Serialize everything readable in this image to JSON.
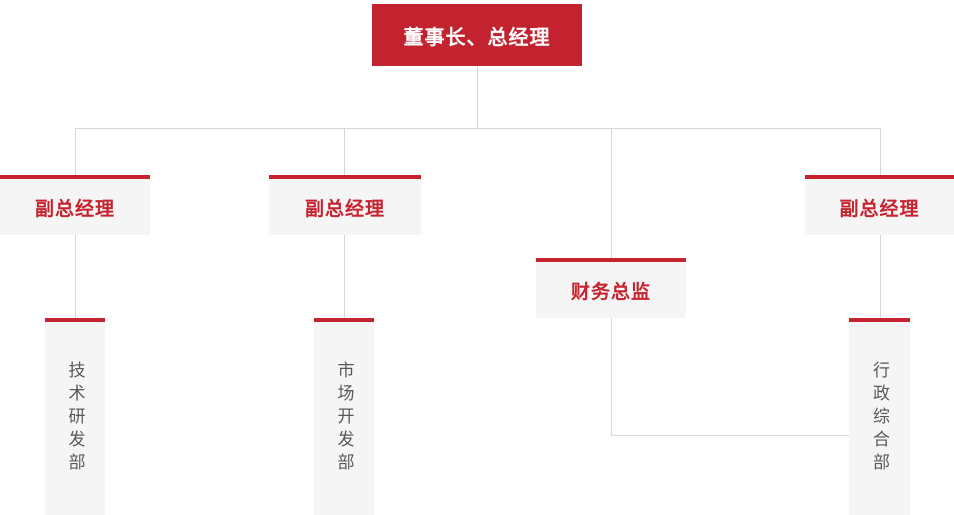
{
  "palette": {
    "page_bg": "#ffffff",
    "red_fill": "#c2232e",
    "red_accent": "#c5242f",
    "box_bg": "#f5f5f5",
    "line": "#d6d6d6",
    "root_text": "#ffffff",
    "dept_text": "#595959"
  },
  "org_chart": {
    "root": {
      "label": "董事长、总经理"
    },
    "level2": [
      {
        "id": "vp1",
        "label": "副总经理"
      },
      {
        "id": "vp2",
        "label": "副总经理"
      },
      {
        "id": "cfo",
        "label": "财务总监"
      },
      {
        "id": "vp3",
        "label": "副总经理"
      }
    ],
    "departments": [
      {
        "id": "tech",
        "label": "技术研发部"
      },
      {
        "id": "market",
        "label": "市场开发部"
      },
      {
        "id": "admin",
        "label": "行政综合部"
      }
    ]
  }
}
